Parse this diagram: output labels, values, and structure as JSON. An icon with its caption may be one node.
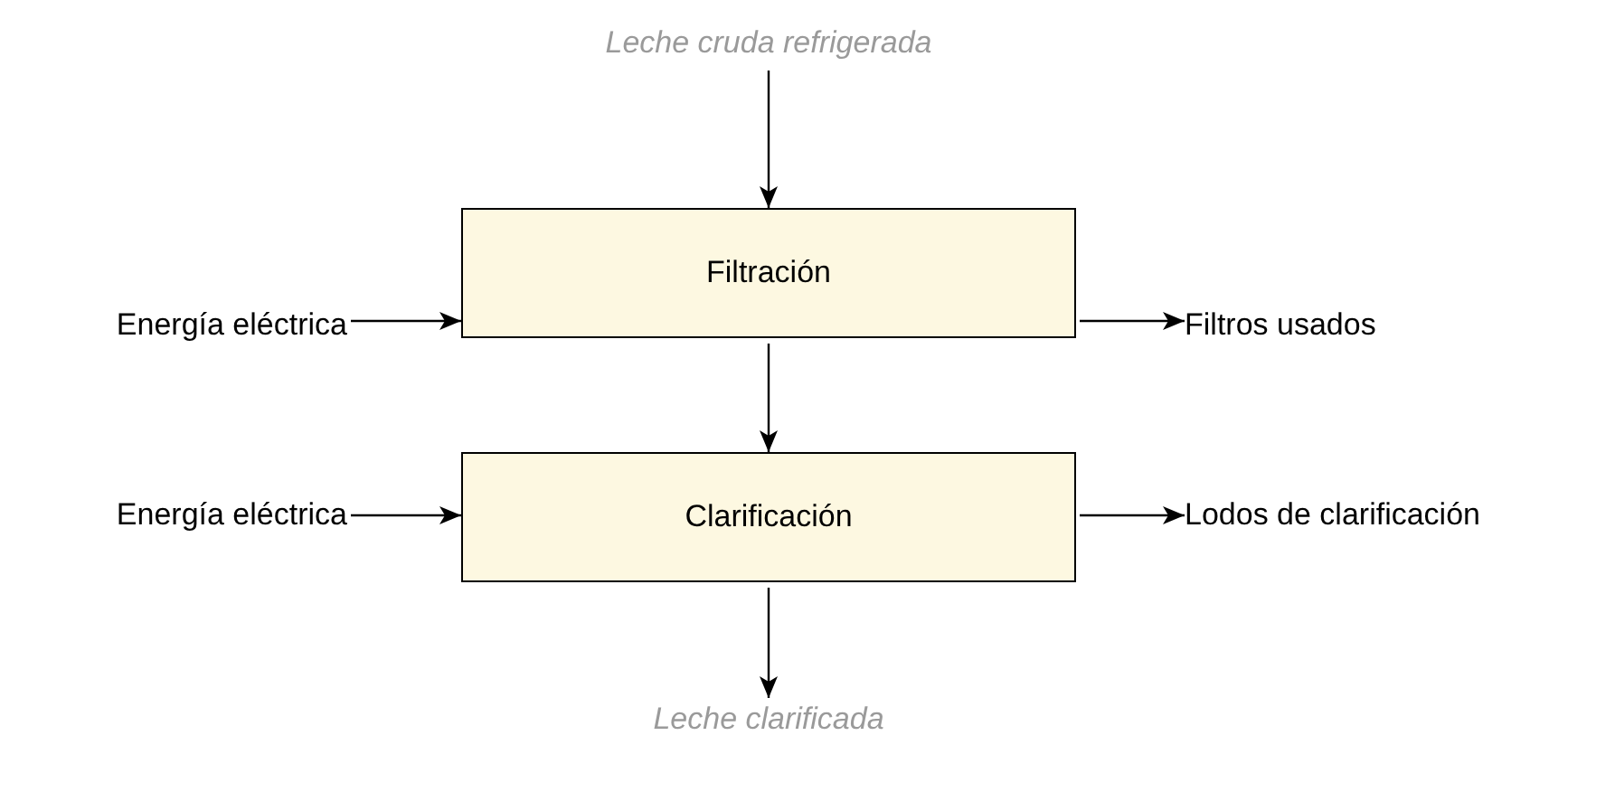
{
  "diagram": {
    "nodes": [
      {
        "text": [
          "Leche cruda refrigerada"
        ]
      },
      {
        "text": [
          "Filtración"
        ]
      },
      {
        "text": [
          "Energía eléctrica"
        ]
      },
      {
        "text": [
          "Filtros usados"
        ]
      },
      {
        "text": [
          "Clarificación"
        ]
      },
      {
        "text": [
          "Energía eléctrica"
        ]
      },
      {
        "text": [
          "Lodos de clarificación"
        ]
      },
      {
        "text": [
          "Leche clarificada"
        ]
      }
    ],
    "edges": [
      {
        "from": 0,
        "to": 1,
        "arrow": "to"
      },
      {
        "from": 2,
        "to": 1,
        "arrow": "to"
      },
      {
        "from": 1,
        "to": 3,
        "arrow": "to"
      },
      {
        "from": 1,
        "to": 4,
        "arrow": "to"
      },
      {
        "from": 5,
        "to": 4,
        "arrow": "to"
      },
      {
        "from": 4,
        "to": 6,
        "arrow": "to"
      },
      {
        "from": 4,
        "to": 7,
        "arrow": "to"
      }
    ]
  }
}
